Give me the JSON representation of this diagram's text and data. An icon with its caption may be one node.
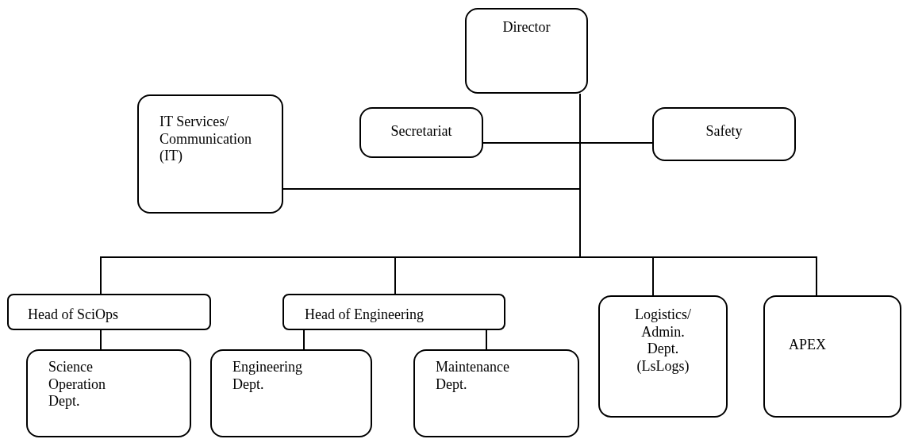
{
  "diagram": {
    "nodes": [
      {
        "text": [
          "Director"
        ]
      },
      {
        "text": [
          "Secretariat"
        ]
      },
      {
        "text": [
          "Safety"
        ]
      },
      {
        "text": [
          "IT Services/ Communication (IT)"
        ]
      },
      {
        "text": [
          "Head of SciOps"
        ]
      },
      {
        "text": [
          "Head of Engineering"
        ]
      },
      {
        "text": [
          "Logistics/ Admin. Dept. (LsLogs)"
        ]
      },
      {
        "text": [
          "APEX"
        ]
      },
      {
        "text": [
          "Science Operation Dept."
        ]
      },
      {
        "text": [
          "Engineering Dept."
        ]
      },
      {
        "text": [
          "Maintenance Dept."
        ]
      }
    ],
    "edges": [
      {
        "from": 0,
        "to": 1,
        "arrow": "none"
      },
      {
        "from": 0,
        "to": 2,
        "arrow": "none"
      },
      {
        "from": 0,
        "to": 3,
        "arrow": "none"
      },
      {
        "from": 0,
        "to": 4,
        "arrow": "none"
      },
      {
        "from": 0,
        "to": 5,
        "arrow": "none"
      },
      {
        "from": 0,
        "to": 6,
        "arrow": "none"
      },
      {
        "from": 0,
        "to": 7,
        "arrow": "none"
      },
      {
        "from": 4,
        "to": 8,
        "arrow": "none"
      },
      {
        "from": 5,
        "to": 9,
        "arrow": "none"
      },
      {
        "from": 5,
        "to": 10,
        "arrow": "none"
      }
    ]
  }
}
